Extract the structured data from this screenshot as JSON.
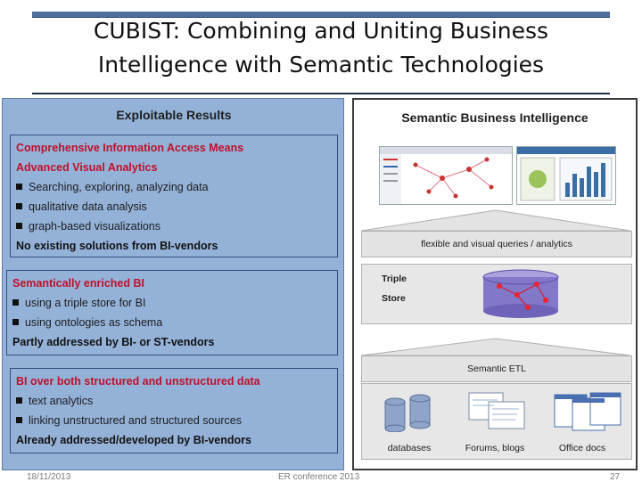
{
  "slide": {
    "title_line1": "CUBIST: Combining and Uniting Business",
    "title_line2": "Intelligence with Semantic Technologies"
  },
  "left_panel": {
    "heading": "Exploitable Results",
    "box1": {
      "red1": "Comprehensive Information Access Means",
      "red2": "Advanced Visual Analytics",
      "bullets": [
        "Searching, exploring, analyzing data",
        "qualitative data analysis",
        "graph-based visualizations"
      ],
      "footer": "No existing solutions from BI-vendors"
    },
    "box2": {
      "red1": "Semantically enriched BI",
      "bullets": [
        "using a triple store for BI",
        "using ontologies as schema"
      ],
      "footer": "Partly addressed by BI- or ST-vendors"
    },
    "box3": {
      "red1": "BI over both structured and unstructured data",
      "bullets": [
        "text analytics",
        "linking unstructured and structured sources"
      ],
      "footer": "Already addressed/developed by BI-vendors"
    }
  },
  "right_panel": {
    "heading": "Semantic Business Intelligence",
    "band_queries": "flexible and visual queries / analytics",
    "triple_label_1": "Triple",
    "triple_label_2": "Store",
    "band_etl": "Semantic ETL",
    "sources": [
      "databases",
      "Forums, blogs",
      "Office docs"
    ]
  },
  "footer": {
    "date": "18/11/2013",
    "event": "ER conference 2013",
    "page": "27"
  },
  "colors": {
    "panel_blue": "#94b2d8",
    "highlight_red": "#c0102a",
    "title_bar": "#4f6e9c"
  }
}
